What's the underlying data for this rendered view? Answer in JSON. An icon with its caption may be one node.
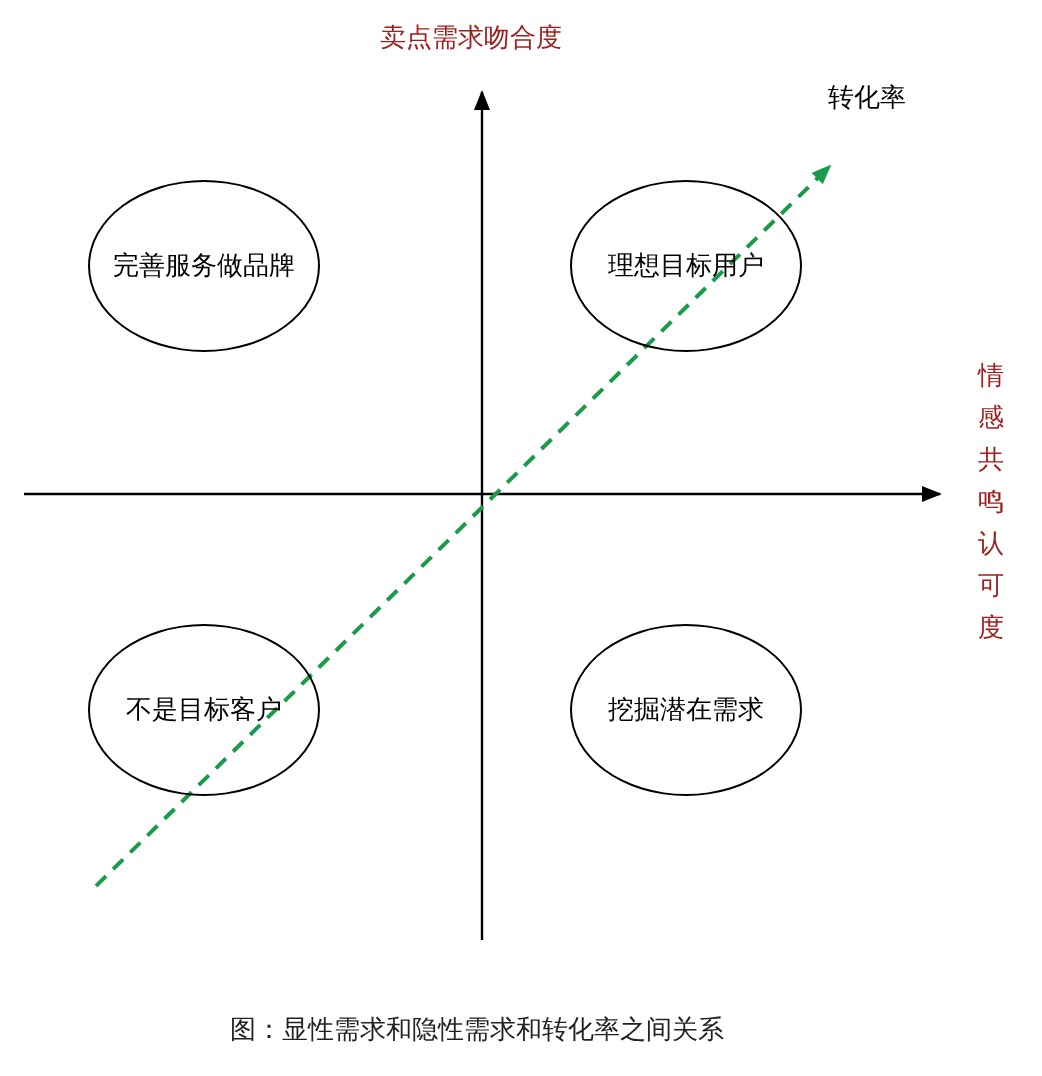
{
  "diagram": {
    "caption": "图：显性需求和隐性需求和转化率之间关系",
    "nodes": [
      {
        "text": [
          "完善服务做品牌"
        ]
      },
      {
        "text": [
          "理想目标用户"
        ]
      },
      {
        "text": [
          "不是目标客户"
        ]
      },
      {
        "text": [
          "挖掘潜在需求"
        ]
      }
    ],
    "labels": [
      "卖点需求吻合度",
      "转化率",
      "情感共鸣认可度"
    ]
  }
}
